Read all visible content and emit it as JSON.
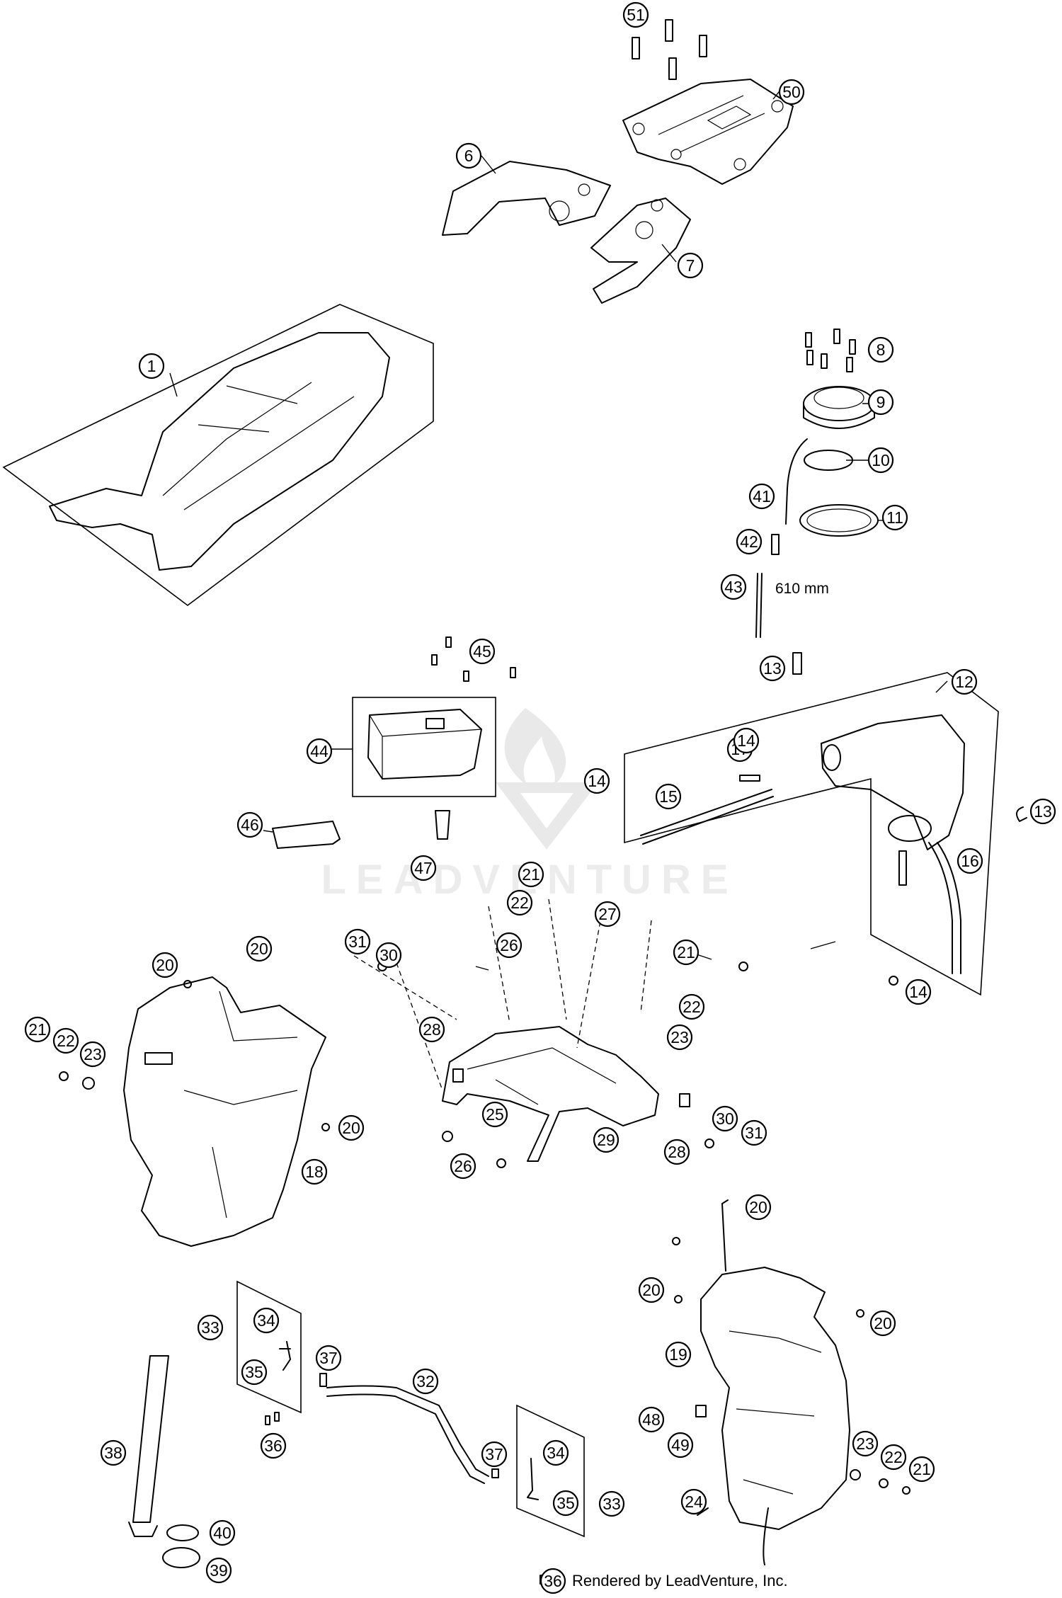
{
  "watermark": {
    "text": "LEADVENTURE"
  },
  "measurement": {
    "label": "610 mm"
  },
  "footer": {
    "credit": "Rendered by LeadVenture, Inc."
  },
  "callouts": [
    "51",
    "50",
    "6",
    "7",
    "1",
    "8",
    "9",
    "10",
    "11",
    "41",
    "42",
    "43",
    "45",
    "44",
    "46",
    "47",
    "13",
    "12",
    "17",
    "14",
    "15",
    "14",
    "16",
    "13",
    "14",
    "21",
    "22",
    "27",
    "26",
    "31",
    "30",
    "21",
    "28",
    "22",
    "23",
    "25",
    "30",
    "31",
    "29",
    "28",
    "26",
    "20",
    "20",
    "21",
    "22",
    "23",
    "20",
    "18",
    "20",
    "20",
    "20",
    "19",
    "33",
    "34",
    "35",
    "36",
    "37",
    "32",
    "38",
    "37",
    "34",
    "35",
    "33",
    "36",
    "40",
    "39",
    "48",
    "49",
    "23",
    "22",
    "21",
    "24"
  ]
}
